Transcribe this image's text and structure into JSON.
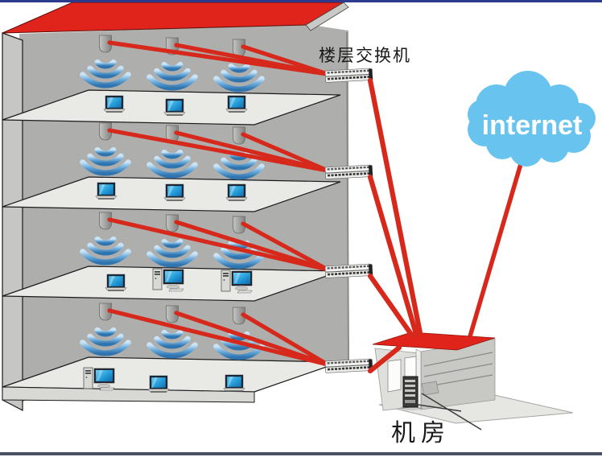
{
  "labels": {
    "floor_switch_label": "楼层交换机",
    "server_room_label": "机房",
    "internet_label": "internet"
  },
  "colors": {
    "roof_red": "#E0241B",
    "cable_red": "#D7281C",
    "cloud_blue": "#68C3EE",
    "cloud_text": "#FFFFFF",
    "wifi_dark_blue": "#2F74AE",
    "wifi_light_blue": "#C9E4F6",
    "screen_blue": "#2EA8E0",
    "left_wall_gray": "#C6C6C4",
    "interior_gray": "#AEAEAC",
    "slab_gray": "#E9E9E6",
    "room_left_wall": "#DFDFDC",
    "room_right_wall": "#C8C8C5",
    "top_border": "#2B3A8C",
    "bottom_border": "#4A5064",
    "label_text": "#1a1a1a"
  },
  "building": {
    "floor_count": 4,
    "floors": [
      {
        "id": "floor-1",
        "access_points": 3,
        "devices": [
          "laptop",
          "laptop",
          "laptop"
        ]
      },
      {
        "id": "floor-2",
        "access_points": 3,
        "devices": [
          "laptop",
          "laptop",
          "laptop"
        ]
      },
      {
        "id": "floor-3",
        "access_points": 3,
        "devices": [
          "laptop",
          "desktop",
          "desktop"
        ]
      },
      {
        "id": "floor-4",
        "access_points": 3,
        "devices": [
          "desktop",
          "laptop",
          "laptop"
        ]
      }
    ]
  },
  "network": {
    "floor_switch_count": 4,
    "uplinks_to_server_room": 4,
    "internet_uplinks": 1,
    "server_room_equipment": [
      "server-rack"
    ]
  }
}
